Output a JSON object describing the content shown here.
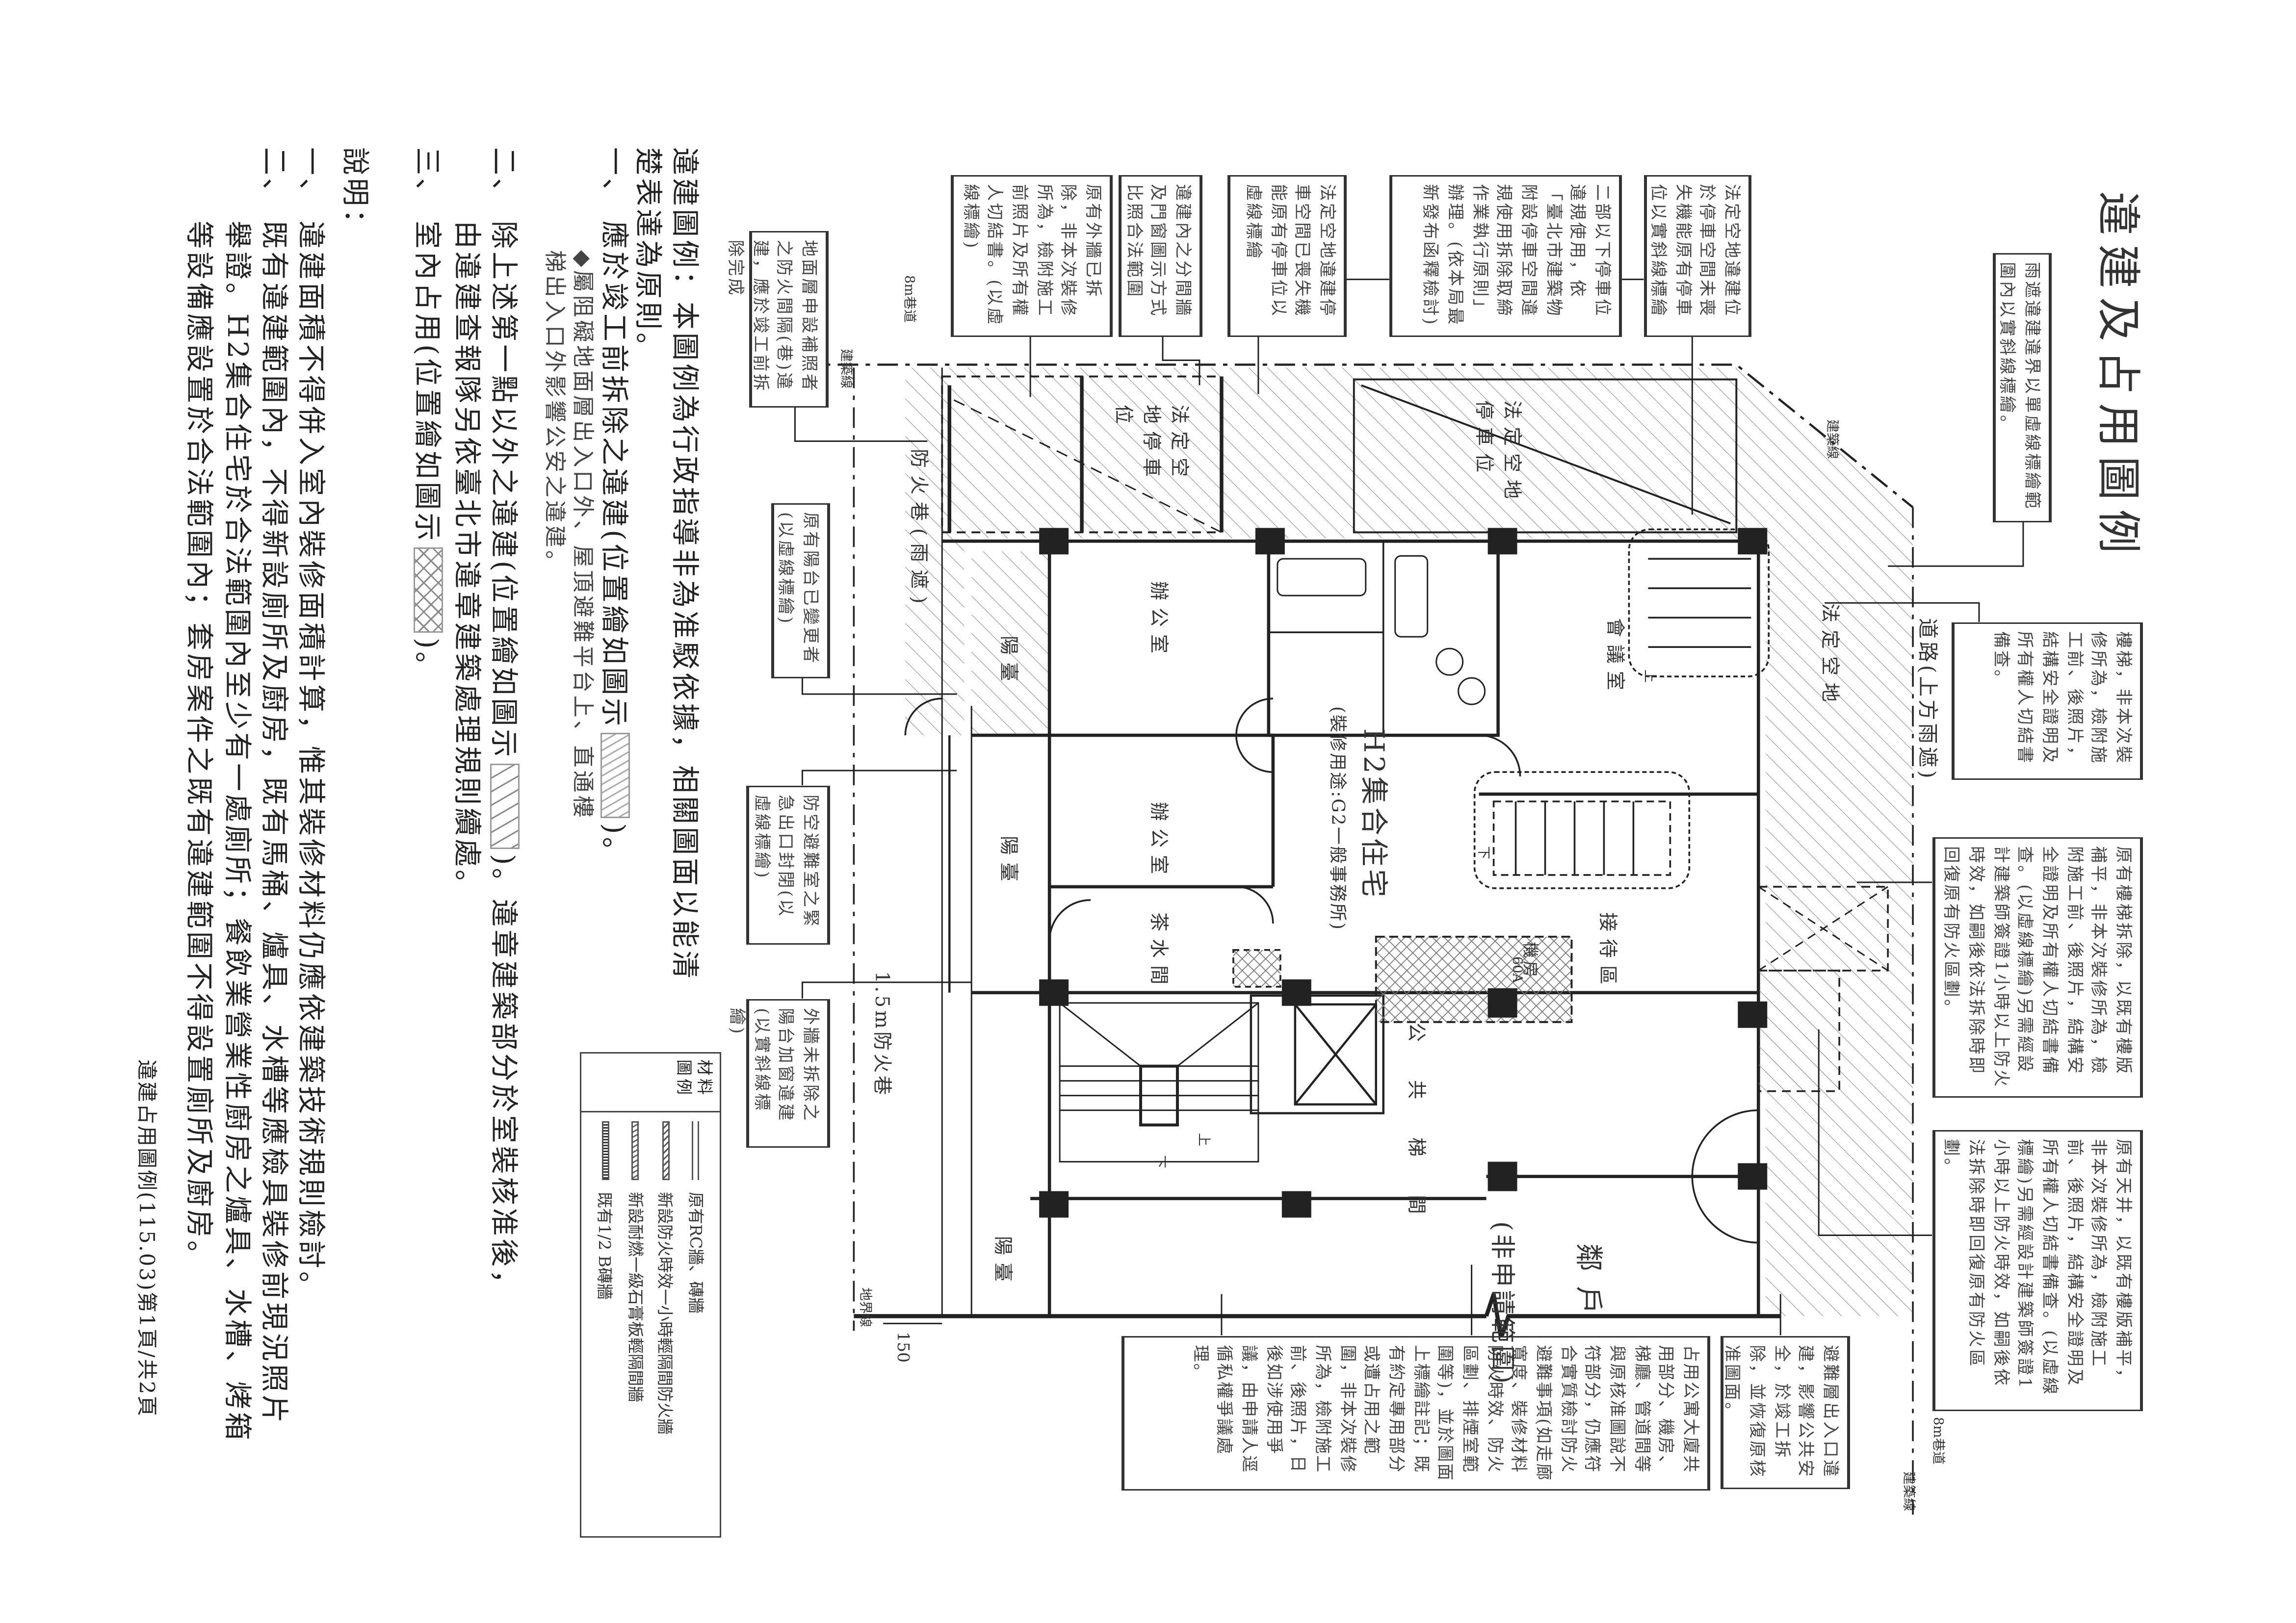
{
  "title": "違建及占用圖例",
  "callouts": {
    "rain_shield": "雨遮違建違界以單虛線標繪範圍內以實斜線標繪。",
    "stair_kept": "樓梯，非本次裝修所為，檢附施工前、後照片，結構安全證明及所有權人切結書備查。",
    "stair_removed": "原有樓梯拆除，以既有樓版補平，非本次裝修所為，檢附施工前、後照片，結構安全證明及所有權人切結書備查。(以虛線標繪)另需經設計建築師簽證1小時以上防火時效，如嗣後依法拆除時即回復原有防火區劃。",
    "skylight": "原有天井，以既有樓版補平，非本次裝修所為，檢附施工前、後照片，結構安全證明及所有權人切結書備查。(以虛線標繪)另需經設計建築師簽證1小時以上防火時效，如嗣後依法拆除時即回復原有防火區劃。",
    "evac_exit": "避難層出入口違建，影響公共安全，於竣工拆除，並恢復原核准圖面。",
    "common_area": "占用公寓大廈共用部分、機房、梯廳、管道間等與原核准圖說不符部分，仍應符合實質檢討防火避難事項(如走廊寬度、裝修材料防火時效、防火區劃、排煙室範圍等)，並於圖面上標繪註記；既有約定專用部分或遭占用之範圍，非本次裝修所為，檢附施工前、後照片，日後如涉使用爭議，由申請人逕循私權爭議處理。",
    "ground_fire_lane": "地面層申設補照者之防火間隔(巷)違建，應於竣工前拆除完成",
    "exterior_wall_removed": "原有外牆已拆除，非本次裝修所為，檢附施工前照片及所有權人切結書。(以虛線標繪)",
    "partition": "違建內之分間牆及門窗圖示方式比照合法範圍",
    "parking_lost": "法定空地違建停車空間已喪失機能原有停車位以虛線標繪",
    "parking_rule": "二部以下停車位違規使用，依「臺北市建築物附設停車空間違規使用拆除取締作業執行原則」辦理。(依本局最新發布函釋檢討)",
    "parking_kept": "法定空地違建位於停車空間未喪失機能原有停車位以實斜線標繪",
    "balcony_changed": "原有陽台已變更者(以虛線標繪)",
    "shelter_exit": "防空避難室之緊急出口封閉(以虛線標繪)",
    "balcony_window": "外牆未拆除之陽台加窗違建(以實斜線標繪)"
  },
  "plan": {
    "parking_left": "法定空地停車位",
    "parking_right": "法定空地停車位",
    "fire_lane_rain": "防火巷(雨遮)",
    "office_1": "辦公室",
    "office_2": "辦公室",
    "pantry": "茶水間",
    "balcony_1": "陽臺",
    "balcony_2": "陽臺",
    "balcony_3": "陽臺",
    "building_type": "H2集合住宅",
    "use": "(裝修用途:G2一般事務所)",
    "meeting": "會議室",
    "reception": "接待區",
    "machine_room": "機房",
    "public_stair": "公共梯間",
    "neighbor": "鄰戶",
    "not_applied": "(非申請範圍)",
    "road": "道路(上方雨遮)",
    "open_space": "法定空地",
    "fire_lane_15": "1.5m防火巷",
    "alley_top": "8m巷道",
    "alley_bottom": "8m巷道",
    "building_line_1": "建築線",
    "building_line_2": "建築線",
    "building_line_3": "建築線",
    "lot_line": "地界線",
    "dim_150": "150",
    "door_60a": "60A",
    "up_1": "上",
    "up_2": "上",
    "down_1": "下",
    "down_2": "下"
  },
  "legend": {
    "header": "材料圖例",
    "items": [
      "原有RC牆、磚牆",
      "新設防火時效一小時輕隔間防火牆",
      "新設耐燃一級石膏板輕隔間牆",
      "既有1/2 B磚牆"
    ]
  },
  "notes": {
    "intro_1": "違建圖例：本圖例為行政指導非為准駁依據，相關圖面以能清",
    "intro_2": "楚表達為原則。",
    "n1_num": "一、",
    "n1_a": "應於竣工前拆除之違建(位置繪如圖示",
    "n1_b": ")。",
    "n1_sub_1": "◆屬阻礙地面層出入口外、屋頂避難平台上、直通樓",
    "n1_sub_2": "梯出入口外影響公安之違建。",
    "n2_num": "二、",
    "n2_a": "除上述第一點以外之違建(位置繪如圖示",
    "n2_b": ")。違章建築部分於室裝核准後，",
    "n2_c": "由違建查報隊另依臺北市違章建築處理規則續處。",
    "n3_num": "三、",
    "n3_a": "室內占用(位置繪如圖示",
    "n3_b": ")。",
    "desc_title": "說明：",
    "d1_num": "一、",
    "d1": "違建面積不得併入室內裝修面積計算，惟其裝修材料仍應依建築技術規則檢討。",
    "d2_num": "二、",
    "d2_a": "既有違建範圍內，不得新設廁所及廚房，既有馬桶、爐具、水槽等應檢具裝修前現況照片",
    "d2_b": "舉證。H2集合住宅於合法範圍內至少有一處廁所；餐飲業營業性廚房之爐具、水槽、烤箱",
    "d2_c": "等設備應設置於合法範圍內；套房案件之既有違建範圍不得設置廁所及廚房。"
  },
  "footer": "違建占用圖例(115.03)第1頁/共2頁"
}
